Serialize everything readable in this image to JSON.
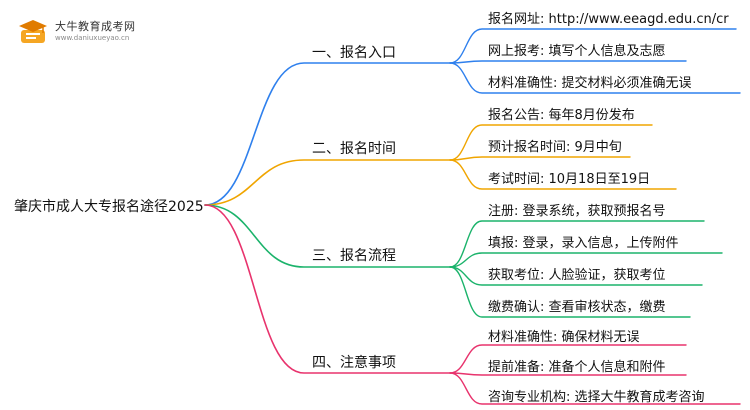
{
  "logo": {
    "title": "大牛教育成考网",
    "subtitle": "www.daniuxueyao.cn"
  },
  "root": {
    "label": "肇庆市成人大专报名途径2025",
    "color": "#e8336d"
  },
  "branches": [
    {
      "label": "一、报名入口",
      "color": "#2f80ed",
      "leaves": [
        "报名网址: http://www.eeagd.edu.cn/cr",
        "网上报考: 填写个人信息及志愿",
        "材料准确性: 提交材料必须准确无误"
      ]
    },
    {
      "label": "二、报名时间",
      "color": "#f0a500",
      "leaves": [
        "报名公告: 每年8月份发布",
        "预计报名时间: 9月中旬",
        "考试时间: 10月18日至19日"
      ]
    },
    {
      "label": "三、报名流程",
      "color": "#1bb36b",
      "leaves": [
        "注册: 登录系统，获取预报名号",
        "填报: 登录，录入信息，上传附件",
        "获取考位: 人脸验证，获取考位",
        "缴费确认: 查看审核状态，缴费"
      ]
    },
    {
      "label": "四、注意事项",
      "color": "#e8336d",
      "leaves": [
        "材料准确性: 确保材料无误",
        "提前准备: 准备个人信息和附件",
        "咨询专业机构: 选择大牛教育成考咨询"
      ]
    }
  ]
}
